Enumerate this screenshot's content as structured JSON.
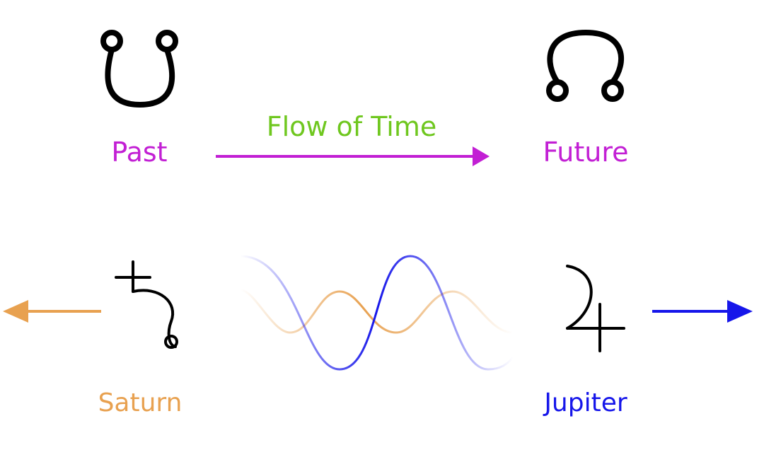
{
  "nodes": {
    "past": {
      "label": "Past",
      "icon": "south-node-icon"
    },
    "future": {
      "label": "Future",
      "icon": "north-node-icon"
    },
    "saturn": {
      "label": "Saturn",
      "icon": "saturn-icon"
    },
    "jupiter": {
      "label": "Jupiter",
      "icon": "jupiter-icon"
    }
  },
  "edges": {
    "time_flow": {
      "label": "Flow of Time"
    }
  },
  "colors": {
    "time": "#c21fd4",
    "time_label": "#6fc71f",
    "saturn": "#e8a150",
    "jupiter": "#1616ea",
    "glyph": "#000000"
  }
}
